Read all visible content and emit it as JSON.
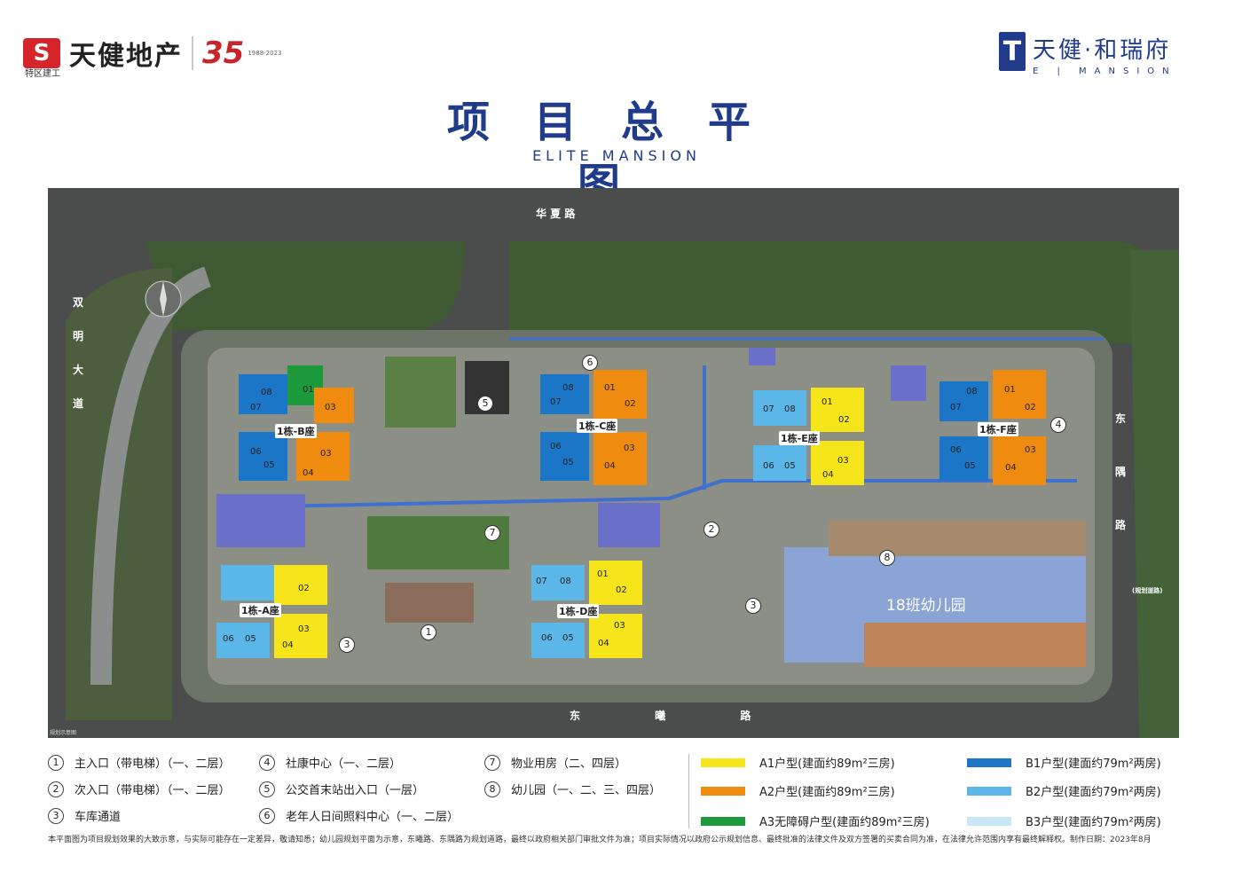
{
  "header": {
    "left_brand_mark": "S",
    "left_brand_sub": "特区建工",
    "left_brand_name": "天健地产",
    "left_anniversary": "35",
    "left_anniversary_sub": "1988-2023",
    "right_brand_mark": "T",
    "right_brand_name": "天健·和瑞府",
    "right_brand_sub": "E  |  MANSION",
    "title": "项目总平图",
    "subtitle": "ELITE MANSION"
  },
  "roads": {
    "north": "华 夏 路",
    "west": "双 明 大 道",
    "east": "东 隅 路",
    "south": "东 曦 路",
    "east_note": "(规划道路)"
  },
  "buildings": [
    {
      "label": "1栋-B座",
      "units": [
        "08",
        "01",
        "07",
        "03",
        "06",
        "05",
        "03",
        "04"
      ]
    },
    {
      "label": "1栋-C座",
      "units": [
        "08",
        "01",
        "07",
        "02",
        "06",
        "03",
        "05",
        "04"
      ]
    },
    {
      "label": "1栋-E座",
      "units": [
        "07",
        "08",
        "01",
        "02",
        "06",
        "05",
        "03",
        "04"
      ]
    },
    {
      "label": "1栋-F座",
      "units": [
        "08",
        "01",
        "07",
        "02",
        "06",
        "03",
        "05",
        "04"
      ]
    },
    {
      "label": "1栋-A座",
      "units": [
        "02",
        "03",
        "06",
        "05",
        "04"
      ]
    },
    {
      "label": "1栋-D座",
      "units": [
        "07",
        "08",
        "01",
        "02",
        "06",
        "05",
        "03",
        "04"
      ]
    }
  ],
  "kindergarten_label": "18班幼儿园",
  "map_markers": [
    "1",
    "2",
    "3",
    "3",
    "4",
    "5",
    "6",
    "7",
    "8"
  ],
  "map_footnote": "规划示意图",
  "legend_facilities": [
    {
      "num": "1",
      "text": "主入口（带电梯）（一、二层）"
    },
    {
      "num": "2",
      "text": "次入口（带电梯）（一、二层）"
    },
    {
      "num": "3",
      "text": "车库通道"
    },
    {
      "num": "4",
      "text": "社康中心（一、二层）"
    },
    {
      "num": "5",
      "text": "公交首末站出入口（一层）"
    },
    {
      "num": "6",
      "text": "老年人日间照料中心（一、二层）"
    },
    {
      "num": "7",
      "text": "物业用房（二、四层）"
    },
    {
      "num": "8",
      "text": "幼儿园（一、二、三、四层）"
    }
  ],
  "legend_types": [
    {
      "color": "#f7e51b",
      "text": "A1户型(建面约89m²三房)"
    },
    {
      "color": "#ef8c10",
      "text": "A2户型(建面约89m²三房)"
    },
    {
      "color": "#1c9a3c",
      "text": "A3无障碍户型(建面约89m²三房)"
    },
    {
      "color": "#1b76c8",
      "text": "B1户型(建面约79m²两房)"
    },
    {
      "color": "#5bb7e8",
      "text": "B2户型(建面约79m²两房)"
    },
    {
      "color": "#c8e6f6",
      "text": "B3户型(建面约79m²两房)"
    }
  ],
  "disclaimer": "本平面图为项目规划效果的大致示意，与实际可能存在一定差异，敬请知悉；幼儿园规划平面为示意，东曦路、东隅路为规划道路，最终以政府相关部门审批文件为准；项目实际情况以政府公示规划信息、最终批准的法律文件及双方签署的买卖合同为准，在法律允许范围内享有最终解释权。制作日期：2023年8月"
}
